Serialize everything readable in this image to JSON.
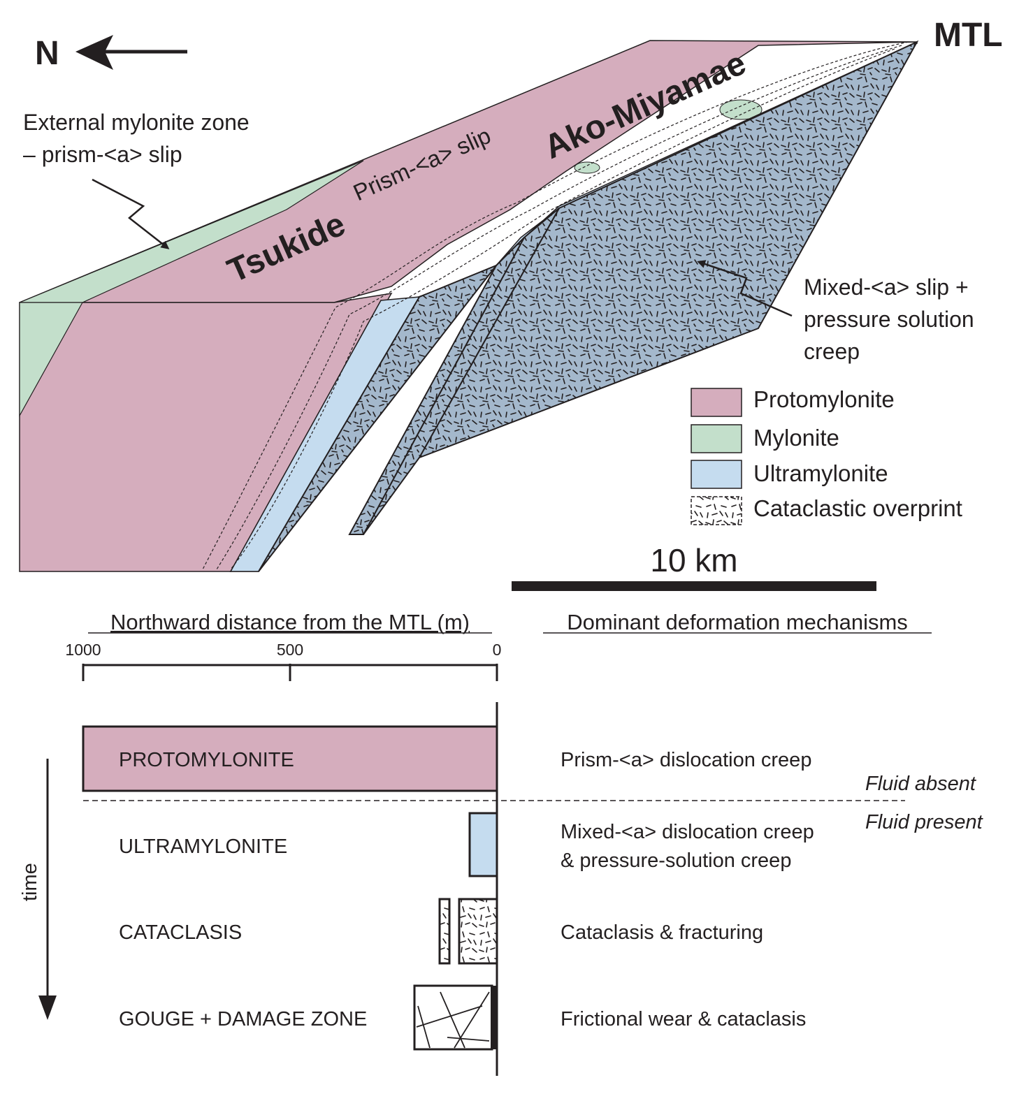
{
  "colors": {
    "protomylonite": "#d5adbd",
    "mylonite": "#c3dfcb",
    "ultramylonite": "#c5dcef",
    "cataclastic": "#a4b8cc",
    "ink": "#231f20"
  },
  "block": {
    "north_label": "N",
    "mtl_label": "MTL",
    "tsukide_label": "Tsukide",
    "ako_label": "Ako-Miyamae",
    "prism_label": "Prism-<a> slip",
    "external_line1": "External mylonite zone",
    "external_line2": "– prism-<a> slip",
    "mixed_line1": "Mixed-<a> slip +",
    "mixed_line2": "pressure solution",
    "mixed_line3": "creep"
  },
  "legend": [
    {
      "label": "Protomylonite",
      "swatch": "protomylonite"
    },
    {
      "label": "Mylonite",
      "swatch": "mylonite"
    },
    {
      "label": "Ultramylonite",
      "swatch": "ultramylonite"
    },
    {
      "label": "Cataclastic overprint",
      "swatch": "cataclastic-pattern"
    }
  ],
  "scale_bar": {
    "label": "10 km"
  },
  "lower": {
    "distance_header": "Northward distance from the MTL (m)",
    "mechanism_header": "Dominant deformation mechanisms",
    "ticks": [
      "1000",
      "500",
      "0"
    ],
    "time_label": "time",
    "rows": [
      {
        "name": "PROTOMYLONITE",
        "mechanism_line1": "Prism-<a> dislocation creep",
        "mechanism_line2": ""
      },
      {
        "name": "ULTRAMYLONITE",
        "mechanism_line1": "Mixed-<a> dislocation creep",
        "mechanism_line2": "& pressure-solution creep"
      },
      {
        "name": "CATACLASIS",
        "mechanism_line1": "Cataclasis & fracturing",
        "mechanism_line2": ""
      },
      {
        "name": "GOUGE + DAMAGE ZONE",
        "mechanism_line1": "Frictional wear & cataclasis",
        "mechanism_line2": ""
      }
    ],
    "fluid_absent": "Fluid absent",
    "fluid_present": "Fluid present"
  }
}
